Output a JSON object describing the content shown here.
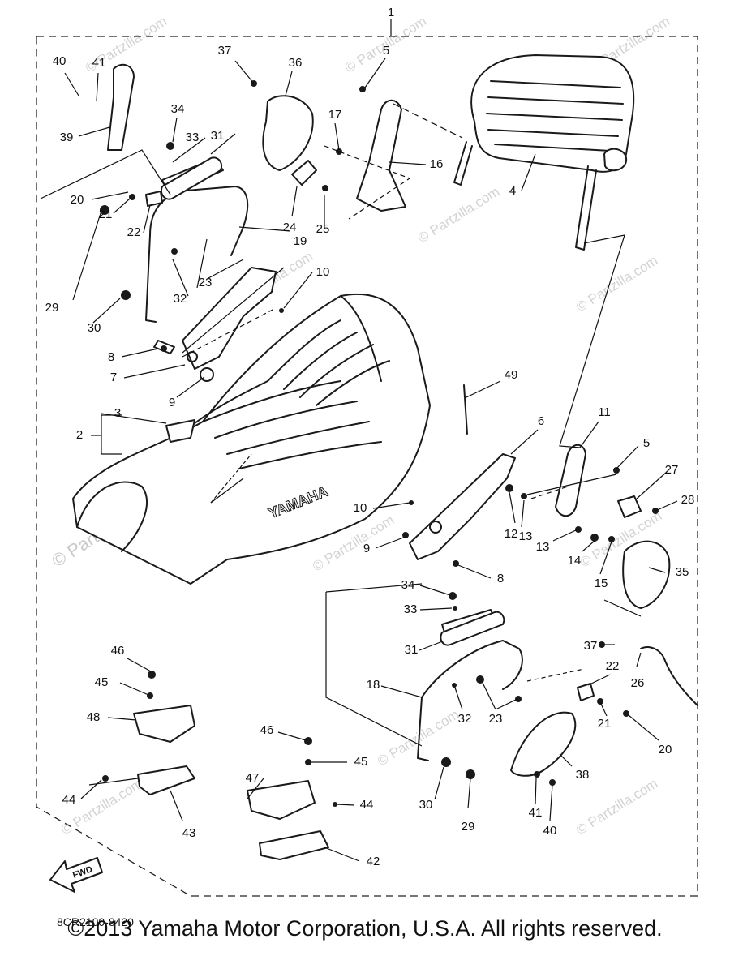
{
  "diagram": {
    "part_code": "8CR2100-8420",
    "fwd_label": "FWD",
    "seat_brand": "YAMAHA",
    "watermark_main": "© Partzilla.com",
    "watermark_small": "© Partzilla.com"
  },
  "callouts": [
    {
      "n": "1"
    },
    {
      "n": "2"
    },
    {
      "n": "3"
    },
    {
      "n": "4"
    },
    {
      "n": "5"
    },
    {
      "n": "5"
    },
    {
      "n": "6"
    },
    {
      "n": "7"
    },
    {
      "n": "8"
    },
    {
      "n": "8"
    },
    {
      "n": "9"
    },
    {
      "n": "9"
    },
    {
      "n": "10"
    },
    {
      "n": "10"
    },
    {
      "n": "11"
    },
    {
      "n": "12"
    },
    {
      "n": "13"
    },
    {
      "n": "13"
    },
    {
      "n": "14"
    },
    {
      "n": "15"
    },
    {
      "n": "16"
    },
    {
      "n": "17"
    },
    {
      "n": "18"
    },
    {
      "n": "19"
    },
    {
      "n": "20"
    },
    {
      "n": "20"
    },
    {
      "n": "21"
    },
    {
      "n": "21"
    },
    {
      "n": "22"
    },
    {
      "n": "22"
    },
    {
      "n": "23"
    },
    {
      "n": "23"
    },
    {
      "n": "24"
    },
    {
      "n": "25"
    },
    {
      "n": "26"
    },
    {
      "n": "27"
    },
    {
      "n": "28"
    },
    {
      "n": "29"
    },
    {
      "n": "29"
    },
    {
      "n": "30"
    },
    {
      "n": "30"
    },
    {
      "n": "31"
    },
    {
      "n": "31"
    },
    {
      "n": "32"
    },
    {
      "n": "32"
    },
    {
      "n": "33"
    },
    {
      "n": "33"
    },
    {
      "n": "34"
    },
    {
      "n": "34"
    },
    {
      "n": "35"
    },
    {
      "n": "36"
    },
    {
      "n": "37"
    },
    {
      "n": "37"
    },
    {
      "n": "38"
    },
    {
      "n": "39"
    },
    {
      "n": "40"
    },
    {
      "n": "40"
    },
    {
      "n": "41"
    },
    {
      "n": "41"
    },
    {
      "n": "42"
    },
    {
      "n": "43"
    },
    {
      "n": "44"
    },
    {
      "n": "44"
    },
    {
      "n": "45"
    },
    {
      "n": "45"
    },
    {
      "n": "46"
    },
    {
      "n": "46"
    },
    {
      "n": "47"
    },
    {
      "n": "48"
    },
    {
      "n": "49"
    }
  ],
  "footer": {
    "copyright": "©2013  Yamaha Motor Corporation, U.S.A. All rights reserved."
  }
}
